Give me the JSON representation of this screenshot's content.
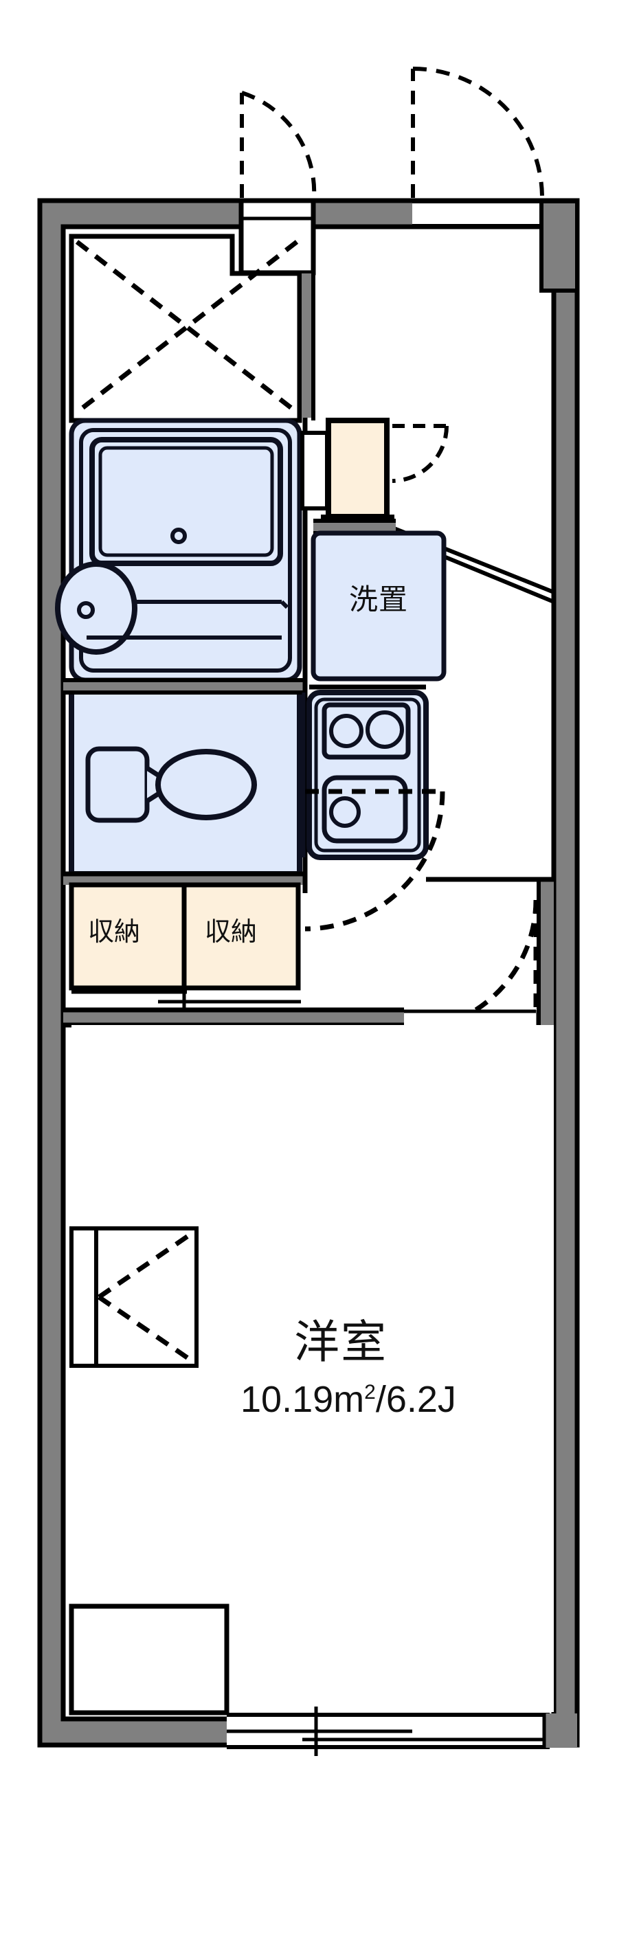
{
  "document": {
    "type": "floor-plan",
    "layout_code": "1K",
    "orientation": "portrait"
  },
  "palette": {
    "wall_fill": "#808080",
    "wall_stroke": "#000000",
    "fixture_fill": "#dfe9fb",
    "fixture_stroke": "#0d1020",
    "storage_fill": "#fdf0dc",
    "storage_stroke": "#000000",
    "background": "#ffffff",
    "text": "#111111",
    "swing_stroke": "#000000"
  },
  "rooms": {
    "main": {
      "name": "洋室",
      "area_value": "10.19",
      "area_unit": "m",
      "area_unit_sup": "2",
      "separator": "/",
      "tatami": "6.2J",
      "area_text": "10.19㎡/6.2J"
    },
    "laundry": {
      "label": "洗置"
    },
    "storage_left": {
      "label": "収納"
    },
    "storage_right": {
      "label": "収納"
    }
  },
  "fixtures": [
    {
      "name": "bathtub",
      "room": "unit-bath"
    },
    {
      "name": "washbasin",
      "room": "unit-bath"
    },
    {
      "name": "toilet",
      "room": "toilet"
    },
    {
      "name": "stove-two-burner",
      "room": "kitchen"
    },
    {
      "name": "kitchen-sink",
      "room": "kitchen"
    },
    {
      "name": "washing-machine-space",
      "room": "laundry"
    },
    {
      "name": "entrance-shoe-box",
      "room": "entrance"
    },
    {
      "name": "balcony-sliding-window",
      "room": "main"
    }
  ],
  "doors": [
    {
      "name": "unit-bath-door",
      "type": "swing"
    },
    {
      "name": "entrance-door",
      "type": "swing"
    },
    {
      "name": "toilet-door",
      "type": "swing"
    },
    {
      "name": "main-room-door",
      "type": "swing"
    },
    {
      "name": "kitchen-corridor-door",
      "type": "swing"
    },
    {
      "name": "bath-folding-door",
      "type": "folding"
    },
    {
      "name": "storage-sliding-doors",
      "type": "sliding"
    }
  ]
}
